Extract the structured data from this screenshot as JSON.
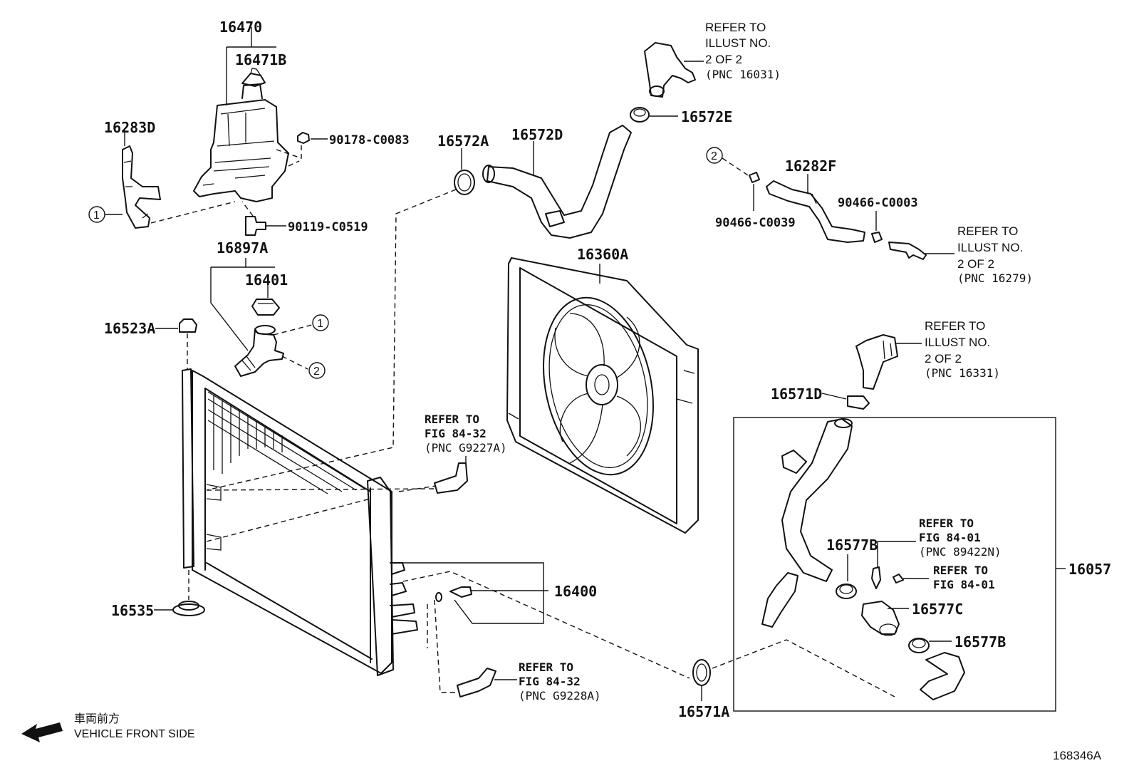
{
  "diagram_id": "168346A",
  "orientation": {
    "jp": "車両前方",
    "en": "VEHICLE FRONT SIDE"
  },
  "callouts": [
    "1",
    "2"
  ],
  "parts": {
    "p16470": "16470",
    "p16471B": "16471B",
    "p16283D": "16283D",
    "p90178": "90178-C0083",
    "p90119": "90119-C0519",
    "p16897A": "16897A",
    "p16401": "16401",
    "p16523A": "16523A",
    "p16535": "16535",
    "p16572A": "16572A",
    "p16572D": "16572D",
    "p16572E": "16572E",
    "p16282F": "16282F",
    "p90466a": "90466-C0003",
    "p90466b": "90466-C0039",
    "p16360A": "16360A",
    "p16571D": "16571D",
    "p16400": "16400",
    "p16571A": "16571A",
    "p16577B_1": "16577B",
    "p16577B_2": "16577B",
    "p16577C": "16577C",
    "p16057": "16057"
  },
  "refs": {
    "r16031": [
      "REFER TO",
      "ILLUST NO.",
      "2 OF 2",
      "(PNC 16031)"
    ],
    "r16279": [
      "REFER TO",
      "ILLUST NO.",
      "2 OF 2",
      "(PNC 16279)"
    ],
    "r16331": [
      "REFER TO",
      "ILLUST NO.",
      "2 OF 2",
      "(PNC 16331)"
    ],
    "rG9227A": [
      "REFER TO",
      "FIG 84-32",
      "(PNC G9227A)"
    ],
    "rG9228A": [
      "REFER TO",
      "FIG 84-32",
      "(PNC G9228A)"
    ],
    "r89422N": [
      "REFER TO",
      "FIG 84-01",
      "(PNC 89422N)"
    ],
    "r8401": [
      "REFER TO",
      "FIG 84-01"
    ]
  }
}
